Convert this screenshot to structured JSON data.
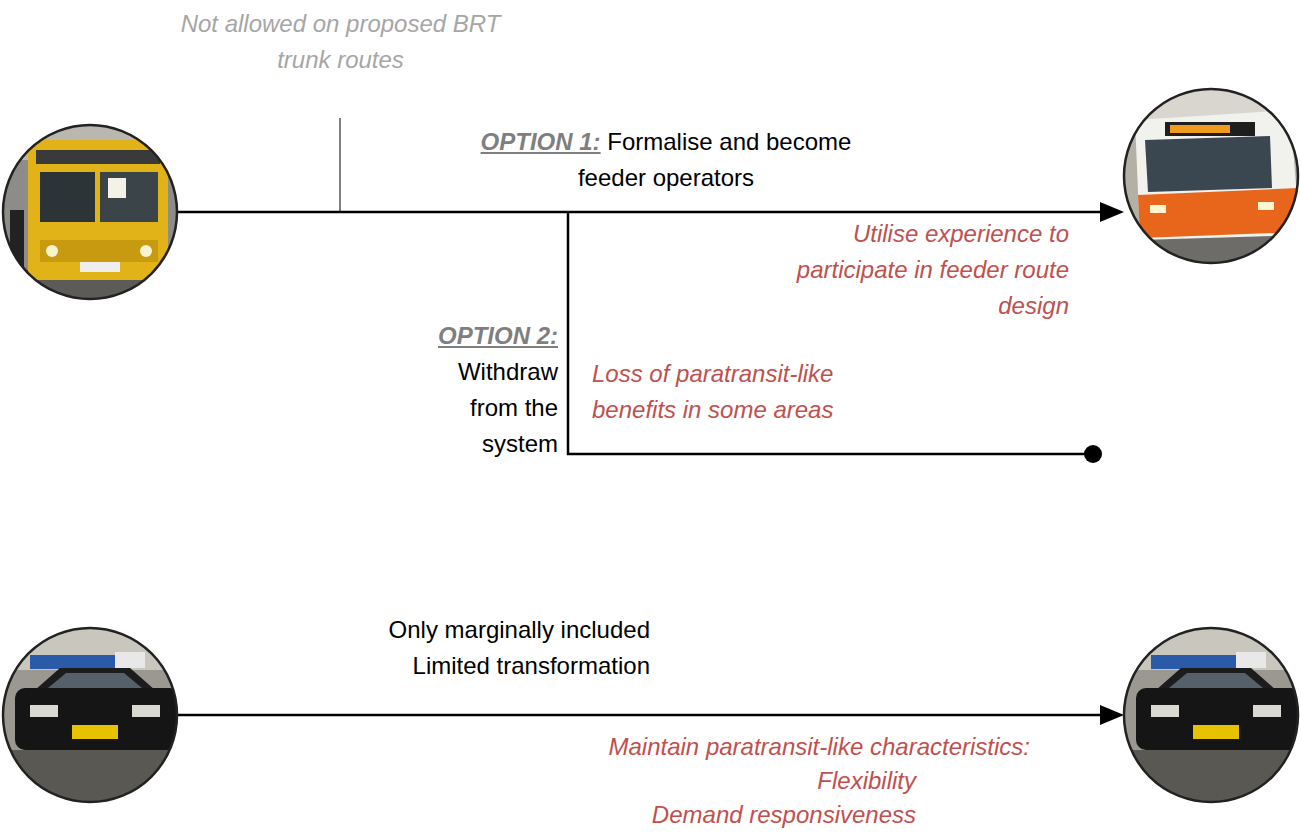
{
  "diagram": {
    "labels": [
      "Not allowed on proposed BRT trunk routes",
      "OPTION 1:",
      "Formalise and become feeder operators",
      "Utilise experience to participate in feeder route design",
      "OPTION 2:",
      "Withdraw from the system",
      "Loss of paratransit-like benefits in some areas",
      "Only marginally included",
      "Limited transformation",
      "Maintain paratransit-like characteristics:",
      "Flexibility",
      "Demand responsiveness"
    ]
  }
}
